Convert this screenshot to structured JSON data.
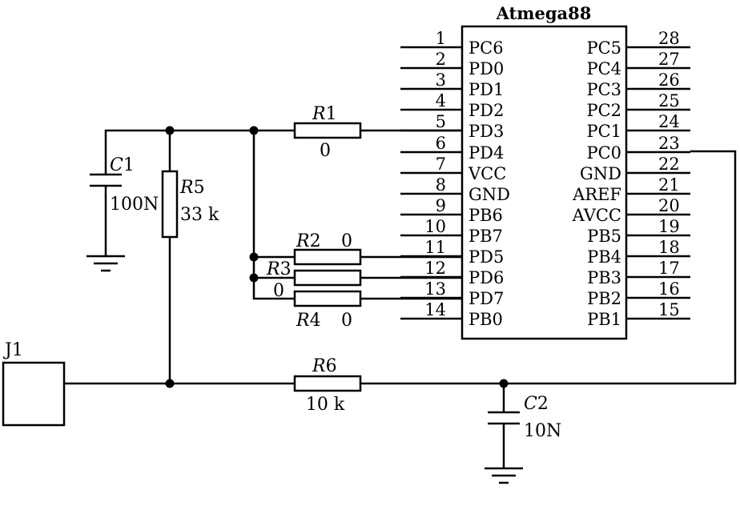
{
  "chip": {
    "title": "Atmega88",
    "left_pins": [
      {
        "num": "1",
        "name": "PC6"
      },
      {
        "num": "2",
        "name": "PD0"
      },
      {
        "num": "3",
        "name": "PD1"
      },
      {
        "num": "4",
        "name": "PD2"
      },
      {
        "num": "5",
        "name": "PD3"
      },
      {
        "num": "6",
        "name": "PD4"
      },
      {
        "num": "7",
        "name": "VCC"
      },
      {
        "num": "8",
        "name": "GND"
      },
      {
        "num": "9",
        "name": "PB6"
      },
      {
        "num": "10",
        "name": "PB7"
      },
      {
        "num": "11",
        "name": "PD5"
      },
      {
        "num": "12",
        "name": "PD6"
      },
      {
        "num": "13",
        "name": "PD7"
      },
      {
        "num": "14",
        "name": "PB0"
      }
    ],
    "right_pins": [
      {
        "num": "28",
        "name": "PC5"
      },
      {
        "num": "27",
        "name": "PC4"
      },
      {
        "num": "26",
        "name": "PC3"
      },
      {
        "num": "25",
        "name": "PC2"
      },
      {
        "num": "24",
        "name": "PC1"
      },
      {
        "num": "23",
        "name": "PC0"
      },
      {
        "num": "22",
        "name": "GND"
      },
      {
        "num": "21",
        "name": "AREF"
      },
      {
        "num": "20",
        "name": "AVCC"
      },
      {
        "num": "19",
        "name": "PB5"
      },
      {
        "num": "18",
        "name": "PB4"
      },
      {
        "num": "17",
        "name": "PB3"
      },
      {
        "num": "16",
        "name": "PB2"
      },
      {
        "num": "15",
        "name": "PB1"
      }
    ]
  },
  "components": {
    "r1": {
      "letter": "R",
      "digit": "1",
      "value": "0"
    },
    "r2": {
      "letter": "R",
      "digit": "2",
      "value": "0"
    },
    "r3": {
      "letter": "R",
      "digit": "3",
      "value": "0"
    },
    "r4": {
      "letter": "R",
      "digit": "4",
      "value": "0"
    },
    "r5": {
      "letter": "R",
      "digit": "5",
      "value": "33 k"
    },
    "r6": {
      "letter": "R",
      "digit": "6",
      "value": "10 k"
    },
    "c1": {
      "letter": "C",
      "digit": "1",
      "value": "100N"
    },
    "c2": {
      "letter": "C",
      "digit": "2",
      "value": "10N"
    },
    "j1": {
      "label": "J1"
    }
  }
}
